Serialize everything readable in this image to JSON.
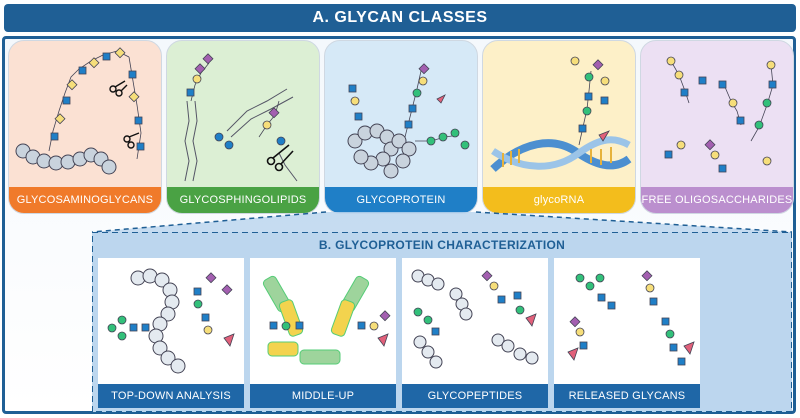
{
  "title": "A. GLYCAN CLASSES",
  "classes": [
    {
      "label": "GLYCOSAMINOGLYCANS",
      "label_color": "#f07a2a",
      "bg": "#fbe1d3"
    },
    {
      "label": "GLYCOSPHINGOLIPIDS",
      "label_color": "#4aa244",
      "bg": "#dcefd4"
    },
    {
      "label": "GLYCOPROTEIN",
      "label_color": "#1f7fc7",
      "bg": "#d6e9f7"
    },
    {
      "label": "glycoRNA",
      "label_color": "#f3bd1c",
      "bg": "#fdf0c8"
    },
    {
      "label": "FREE OLIGOSACCHARIDES",
      "label_color": "#bb8fce",
      "bg": "#ece0f3"
    }
  ],
  "characterization": {
    "title_letter": "B.",
    "title": "GLYCOPROTEIN CHARACTERIZATION",
    "methods": [
      {
        "label": "TOP-DOWN ANALYSIS"
      },
      {
        "label": "MIDDLE-UP"
      },
      {
        "label": "GLYCOPEPTIDES"
      },
      {
        "label": "RELEASED GLYCANS"
      }
    ]
  },
  "colors": {
    "header": "#1f5f95",
    "panel_b": "#bcd6ee",
    "glcnac": "#1f7fc7",
    "galactose": "#f6de7a",
    "mannose": "#32c07a",
    "sialic_acid": "#a35fb0",
    "fucose": "#e1607a",
    "protein": "#c9d3dd"
  },
  "icons": [
    "scissors-icon",
    "protein-chain-icon",
    "rna-helix-icon",
    "antibody-icon",
    "glycan-tree-icon"
  ]
}
